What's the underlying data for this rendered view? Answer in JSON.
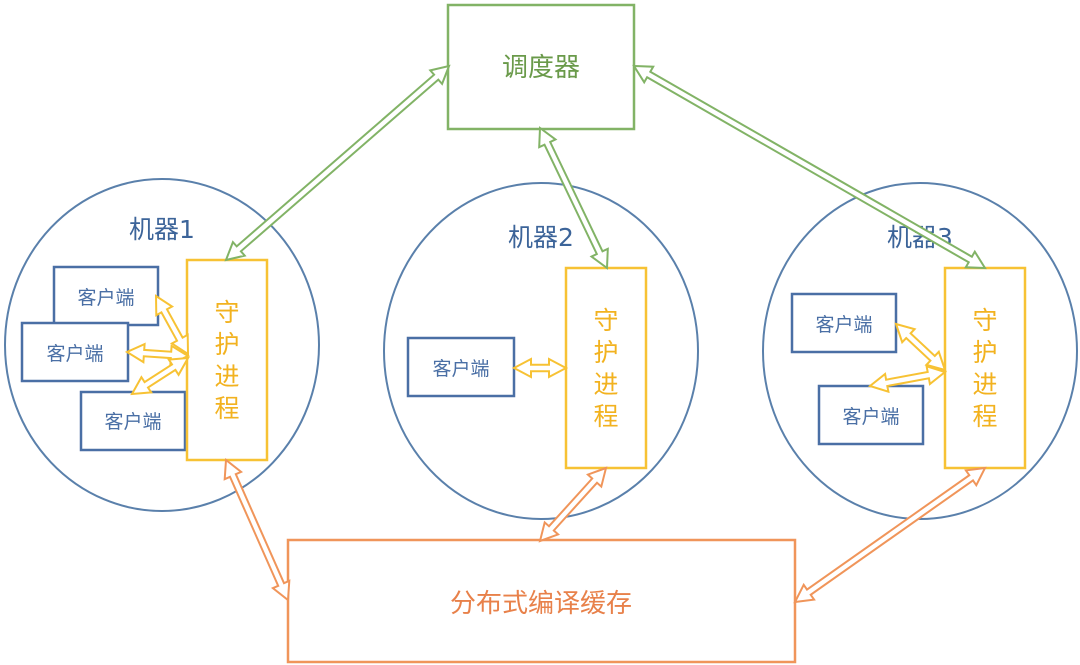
{
  "scheduler": {
    "label": "调度器"
  },
  "cache": {
    "label": "分布式编译缓存"
  },
  "machines": [
    {
      "label": "机器1",
      "daemon": [
        "守",
        "护",
        "进",
        "程"
      ],
      "clients": [
        "客户端",
        "客户端",
        "客户端"
      ]
    },
    {
      "label": "机器2",
      "daemon": [
        "守",
        "护",
        "进",
        "程"
      ],
      "clients": [
        "客户端"
      ]
    },
    {
      "label": "机器3",
      "daemon": [
        "守",
        "护",
        "进",
        "程"
      ],
      "clients": [
        "客户端",
        "客户端"
      ]
    }
  ],
  "colors": {
    "scheduler": "#82b366",
    "cache": "#f0955a",
    "machine": "#5a80ab",
    "daemon": "#f7c234",
    "client": "#4a6fa5",
    "machine_text": "#3c6499"
  }
}
